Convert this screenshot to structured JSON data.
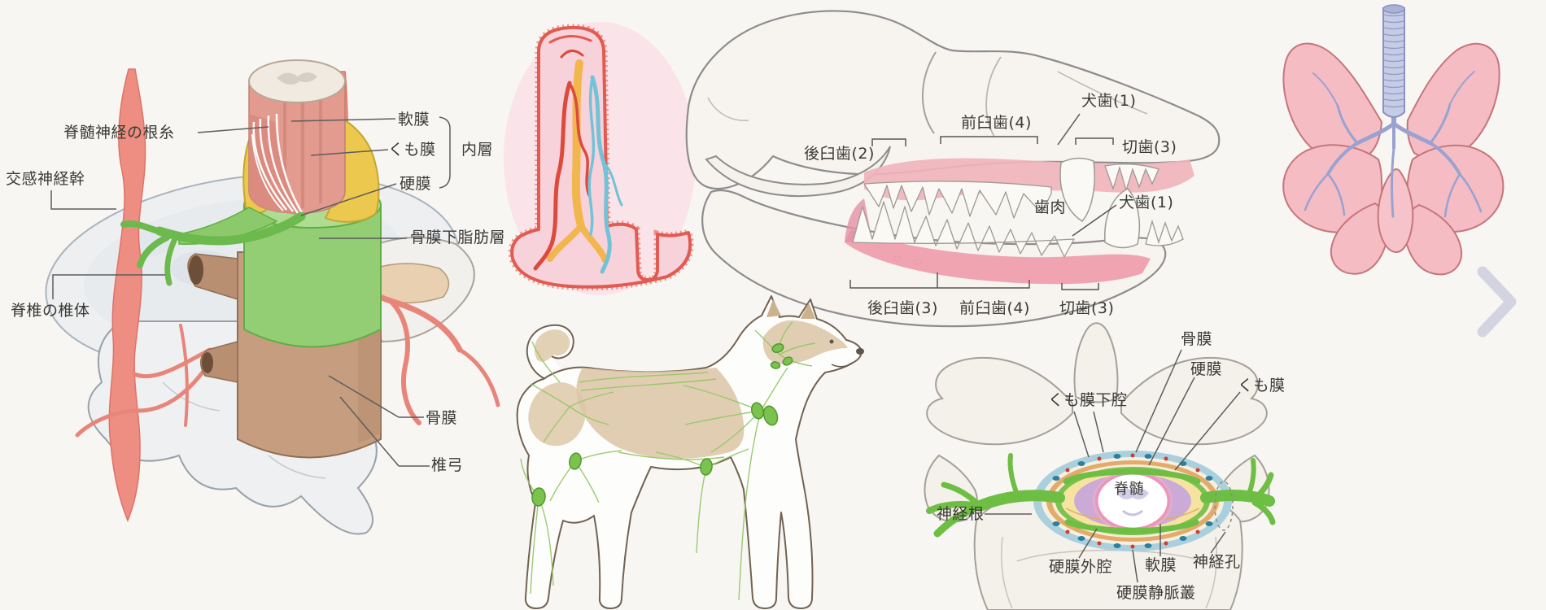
{
  "spine_diagram": {
    "labels": {
      "spinal_nerve_rootlets": "脊髄神経の根糸",
      "sympathetic_trunk": "交感神経幹",
      "vertebral_body": "脊椎の椎体",
      "pia_mater": "軟膜",
      "arachnoid": "くも膜",
      "dura_mater": "硬膜",
      "inner_layer": "内層",
      "subperiosteal_fat_layer": "骨膜下脂肪層",
      "periosteum": "骨膜",
      "vertebral_arch": "椎弓"
    }
  },
  "skull_diagram": {
    "labels": {
      "upper_molars": "後臼歯(2)",
      "upper_premolars": "前臼歯(4)",
      "upper_canine": "犬歯(1)",
      "upper_incisors": "切歯(3)",
      "gums": "歯肉",
      "lower_canine": "犬歯(1)",
      "lower_molars": "後臼歯(3)",
      "lower_premolars": "前臼歯(4)",
      "lower_incisors": "切歯(3)"
    }
  },
  "cross_section_diagram": {
    "labels": {
      "subarachnoid_space": "くも膜下腔",
      "periosteum": "骨膜",
      "dura_mater": "硬膜",
      "arachnoid": "くも膜",
      "spinal_cord": "脊髄",
      "nerve_root": "神経根",
      "epidural_space": "硬膜外腔",
      "pia_mater": "軟膜",
      "dural_venous_plexus": "硬膜静脈叢",
      "nerve_foramen": "神経孔"
    }
  },
  "nav": {
    "next_chevron": "chevron-right"
  },
  "colors": {
    "background": "#f7f6f3",
    "leader_line": "#5d5d5d",
    "label_text": "#3b3936",
    "chevron": "#d3d4e0",
    "lymph_green": "#7cc24e",
    "nerve_green": "#6ebe44",
    "bone_white": "#f4f1ea",
    "gum_pink": "#efb0ba",
    "cord_pink": "#e39b8f",
    "dura_green": "#93cd74",
    "arachnoid_yellow": "#ecc94e",
    "vertebra_brown": "#c69d7f",
    "lung_pink": "#f5bcc4",
    "bronchi_lavender": "#99a2d0",
    "sympathetic_trunk_red": "#ee8e82",
    "villus_coral": "#e25a50",
    "lacteal_yellow": "#f2b64e",
    "venule_blue": "#72c2d8"
  }
}
